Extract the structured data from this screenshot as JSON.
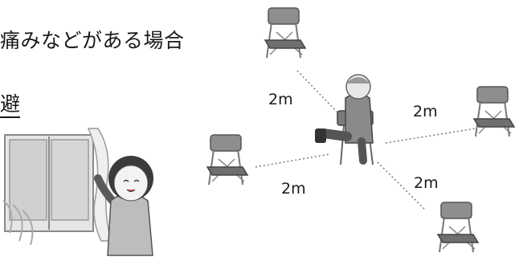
{
  "heading_text": "痛みなどがある場合",
  "underlined_text": "避",
  "distance_labels": {
    "upper_left": "2m",
    "upper_right": "2m",
    "lower_left": "2m",
    "lower_right": "2m"
  },
  "icons": [
    "window-ventilation-illustration",
    "folding-chair-icon",
    "seated-person-icon"
  ],
  "colors": {
    "text": "#1a1a1a",
    "illustration_gray": "#9a9a9a",
    "illustration_dark": "#4a4a4a",
    "dotted_line": "#7a7a7a"
  }
}
